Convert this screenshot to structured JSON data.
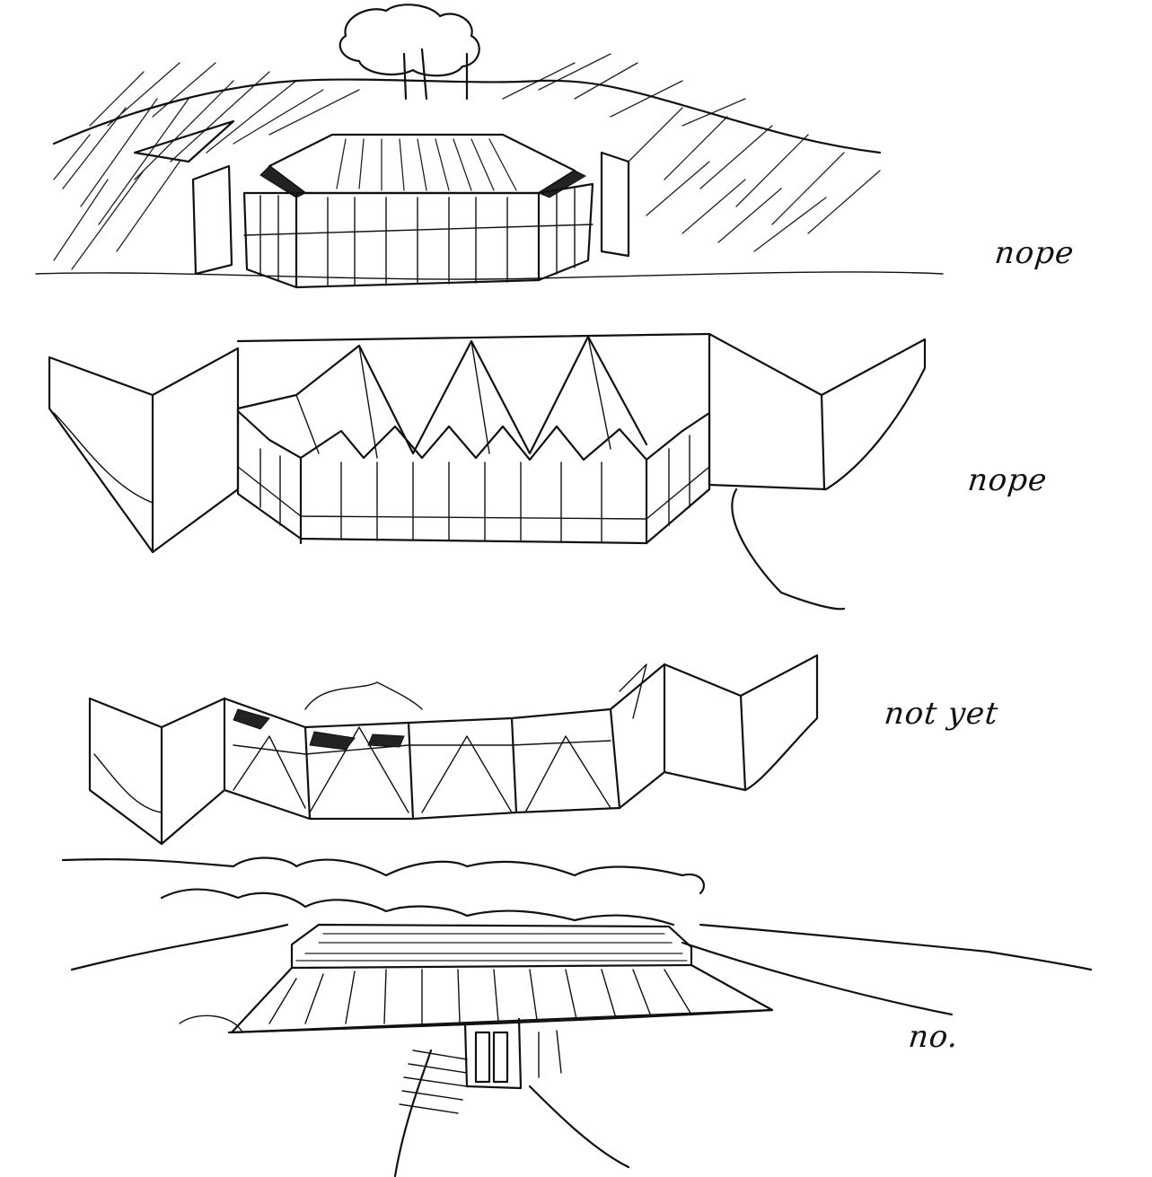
{
  "sketches": [
    {
      "id": "sketch-1",
      "note": "nope"
    },
    {
      "id": "sketch-2",
      "note": "nope"
    },
    {
      "id": "sketch-3",
      "note": "not yet"
    },
    {
      "id": "sketch-4",
      "note": "no."
    }
  ],
  "ink_color": "#111111",
  "paper_color": "#ffffff"
}
